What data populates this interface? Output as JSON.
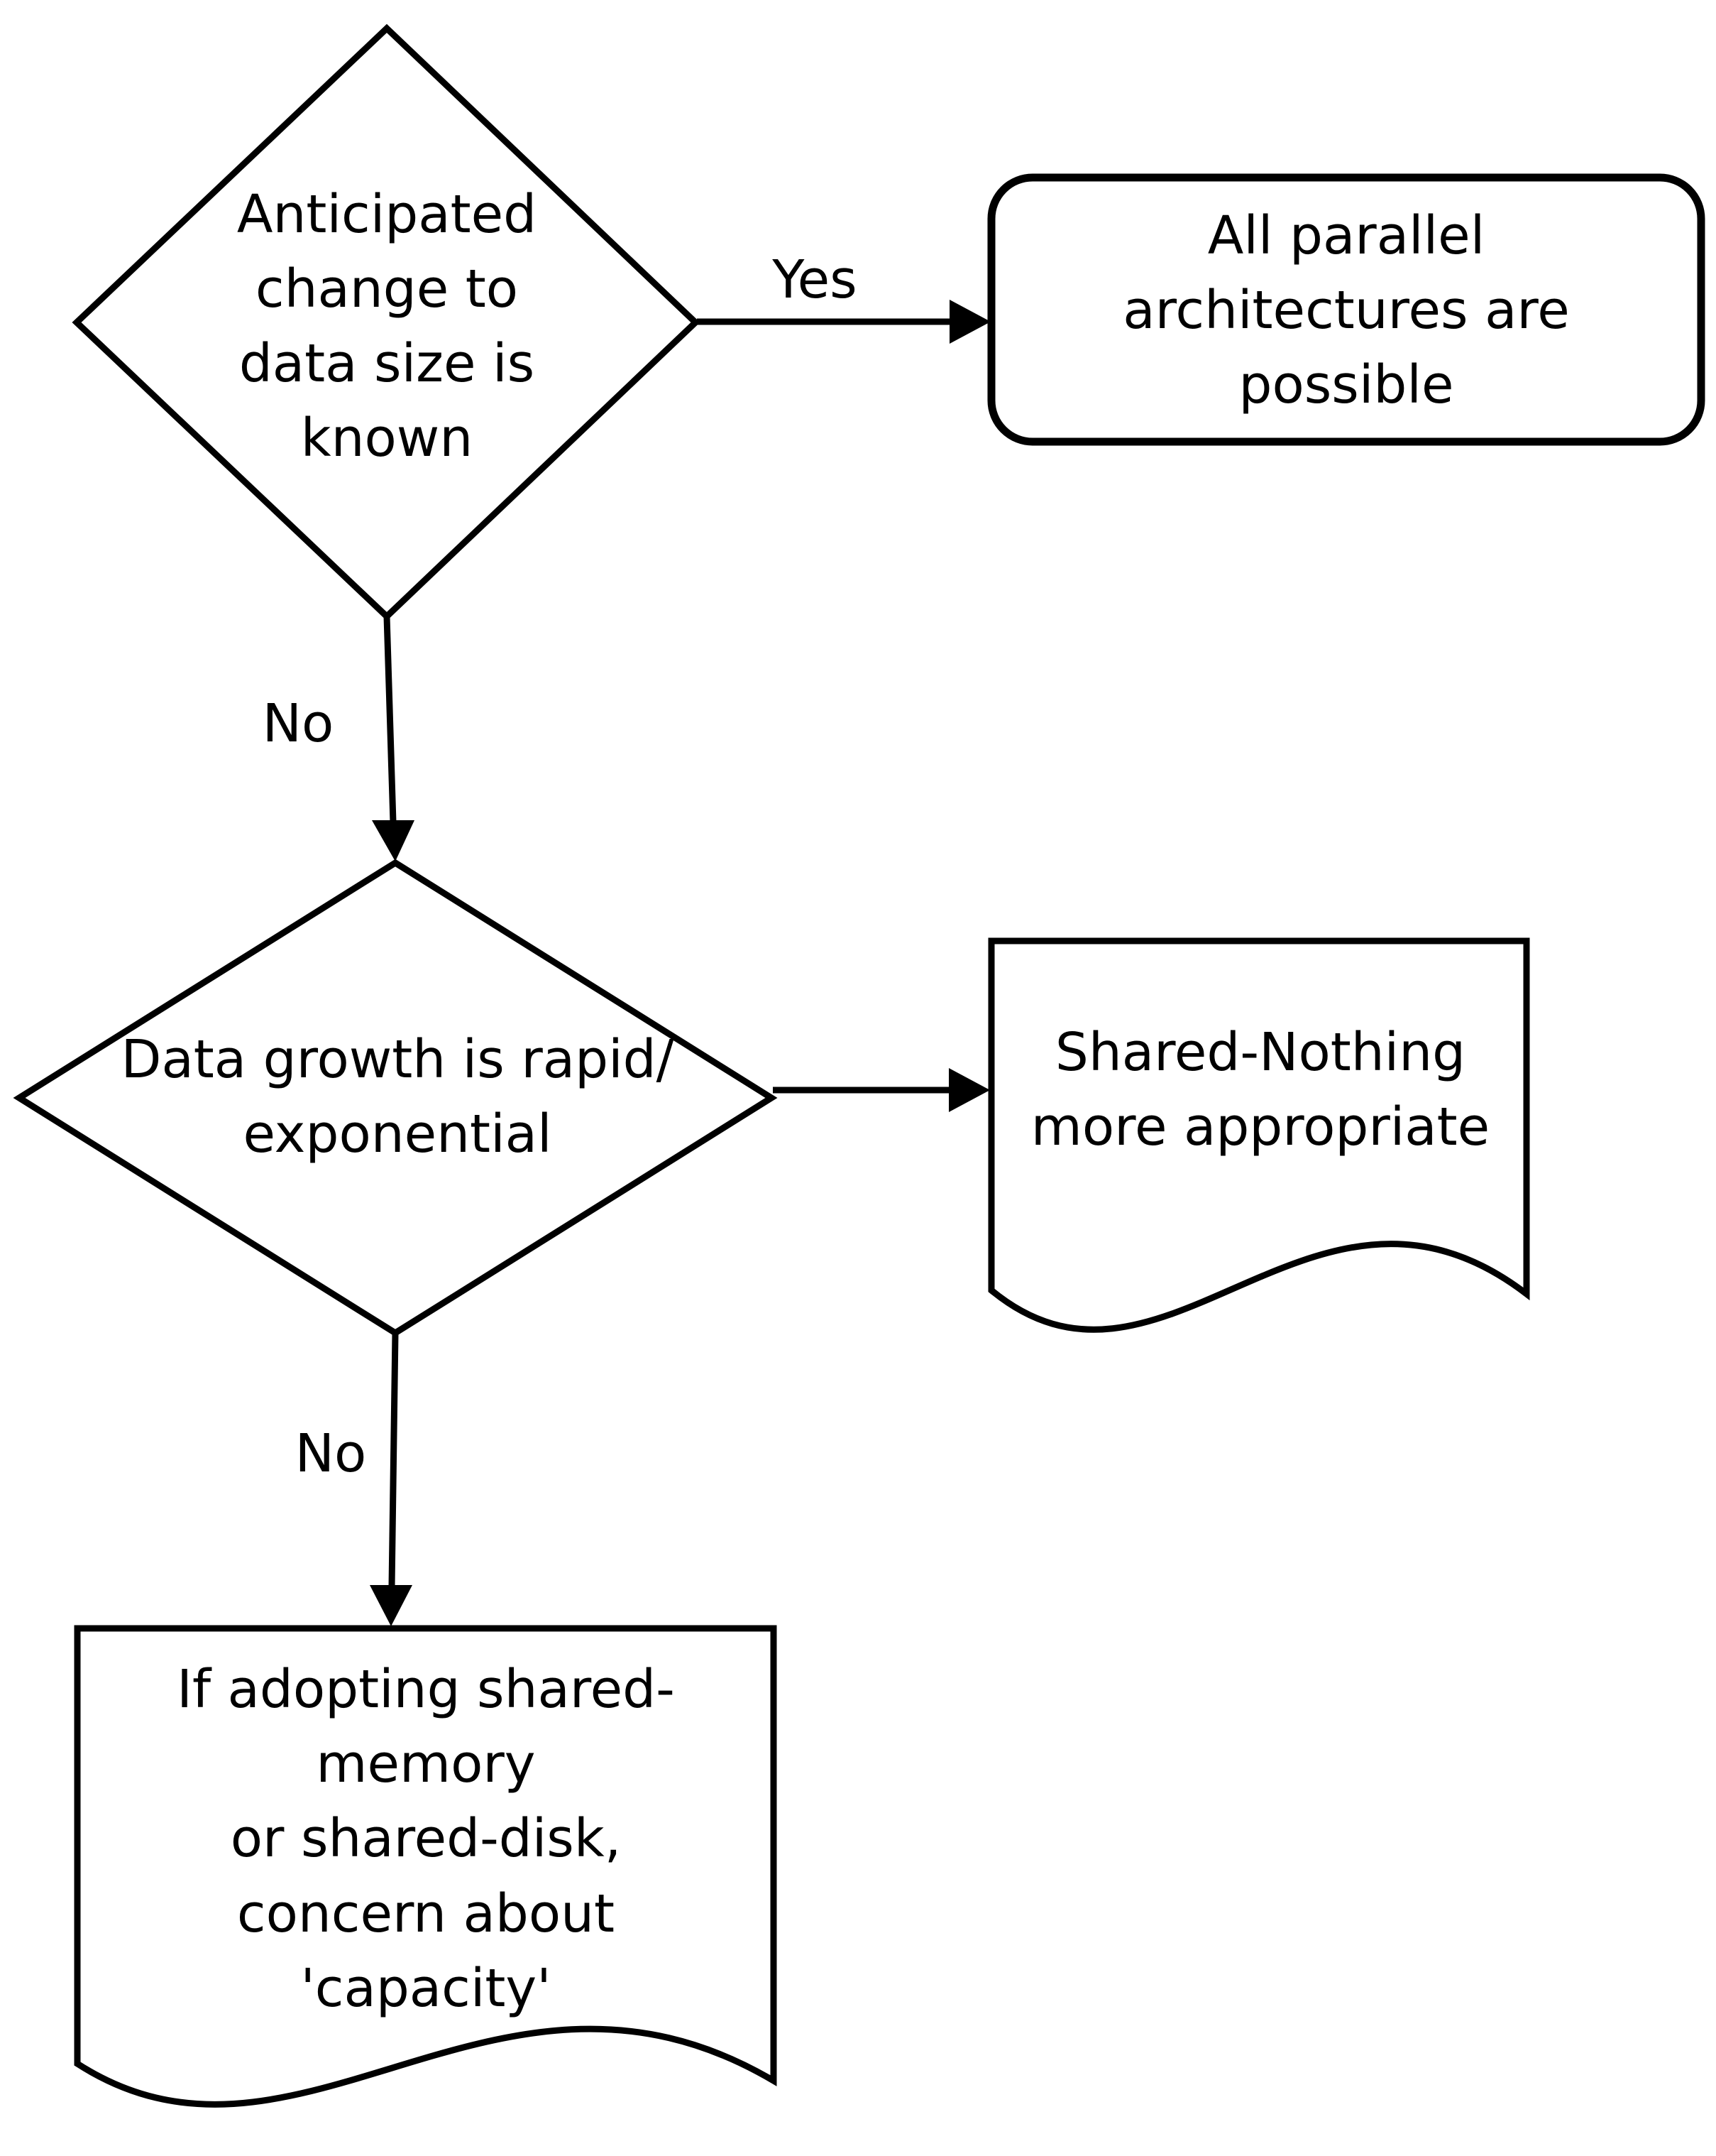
{
  "diagram": {
    "type": "flowchart",
    "background_color": "#ffffff",
    "line_color": "#000000",
    "nodes": [
      {
        "id": "decision-data-size-known",
        "shape": "diamond",
        "label": "Anticipated\nchange to\ndata size is\nknown"
      },
      {
        "id": "result-all-parallel",
        "shape": "rounded-rectangle",
        "label": "All parallel\narchitectures are\npossible"
      },
      {
        "id": "decision-data-growth-rapid",
        "shape": "diamond",
        "label": "Data growth is rapid/\nexponential"
      },
      {
        "id": "doc-shared-nothing",
        "shape": "document",
        "label": "Shared-Nothing\nmore appropriate"
      },
      {
        "id": "doc-capacity-concern",
        "shape": "document",
        "label": "If adopting shared-\nmemory\nor shared-disk,\nconcern about\n'capacity'"
      }
    ],
    "edges": [
      {
        "from": "decision-data-size-known",
        "to": "result-all-parallel",
        "label": "Yes"
      },
      {
        "from": "decision-data-size-known",
        "to": "decision-data-growth-rapid",
        "label": "No"
      },
      {
        "from": "decision-data-growth-rapid",
        "to": "doc-shared-nothing",
        "label": ""
      },
      {
        "from": "decision-data-growth-rapid",
        "to": "doc-capacity-concern",
        "label": "No"
      }
    ]
  }
}
